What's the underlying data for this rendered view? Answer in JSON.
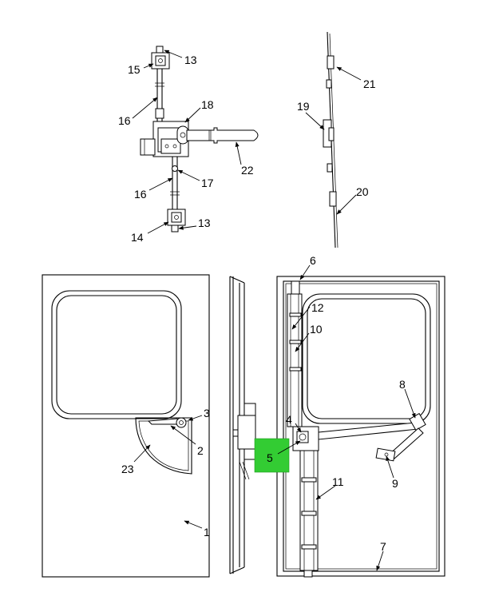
{
  "colors": {
    "highlight": "#33cc33",
    "line": "#000000",
    "background": "#ffffff"
  },
  "callouts": [
    {
      "id": "c1",
      "text": "1"
    },
    {
      "id": "c2",
      "text": "2"
    },
    {
      "id": "c3",
      "text": "3"
    },
    {
      "id": "c4",
      "text": "4"
    },
    {
      "id": "c5",
      "text": "5"
    },
    {
      "id": "c6",
      "text": "6"
    },
    {
      "id": "c7",
      "text": "7"
    },
    {
      "id": "c8",
      "text": "8"
    },
    {
      "id": "c9",
      "text": "9"
    },
    {
      "id": "c10",
      "text": "10"
    },
    {
      "id": "c11",
      "text": "11"
    },
    {
      "id": "c12",
      "text": "12"
    },
    {
      "id": "c13a",
      "text": "13"
    },
    {
      "id": "c13b",
      "text": "13"
    },
    {
      "id": "c14",
      "text": "14"
    },
    {
      "id": "c15",
      "text": "15"
    },
    {
      "id": "c16a",
      "text": "16"
    },
    {
      "id": "c16b",
      "text": "16"
    },
    {
      "id": "c17",
      "text": "17"
    },
    {
      "id": "c18",
      "text": "18"
    },
    {
      "id": "c19",
      "text": "19"
    },
    {
      "id": "c20",
      "text": "20"
    },
    {
      "id": "c21",
      "text": "21"
    },
    {
      "id": "c22",
      "text": "22"
    },
    {
      "id": "c23",
      "text": "23"
    }
  ]
}
